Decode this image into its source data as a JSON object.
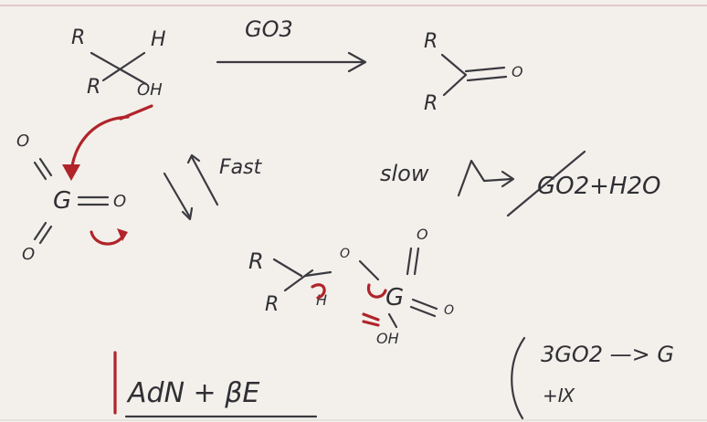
{
  "reagent": "GO3",
  "fast_label": "Fast",
  "slow_label": "slow",
  "products_label": "GO2+H2O",
  "adn_label": "AdN + βE",
  "bottom_eq": "3GO2 —> G",
  "bottom_sub": "+Ⅸ",
  "sub_r": "R",
  "sub_h": "H",
  "sub_oh": "OH",
  "sub_o": "O",
  "sub_g": "G",
  "colors": {
    "ink": "#2f2f34",
    "red_ink": "#b0242a",
    "paper": "#f3f0eb"
  }
}
